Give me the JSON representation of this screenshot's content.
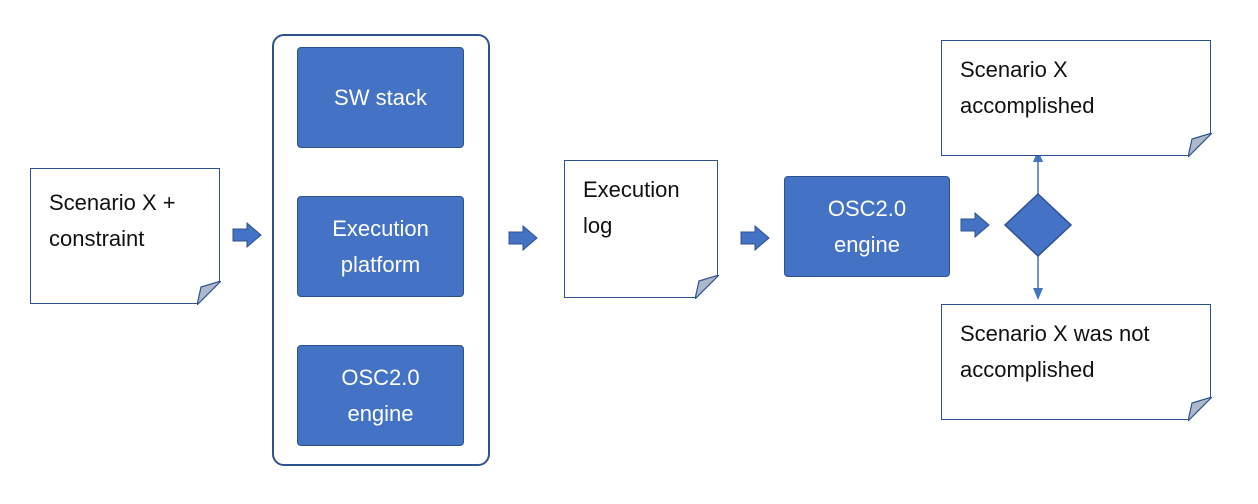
{
  "nodes": {
    "input": "Scenario X +\nconstraint",
    "sw_stack": "SW stack",
    "execution_platform": "Execution\nplatform",
    "osc_engine_inner": "OSC2.0\nengine",
    "execution_log": "Execution\nlog",
    "osc_engine": "OSC2.0\nengine",
    "accomplished": "Scenario X\naccomplished",
    "not_accomplished": "Scenario X was not\naccomplished"
  },
  "colors": {
    "process_fill": "#4472c4",
    "process_border": "#2f528f",
    "text": "#111111",
    "fold": "#adb9ca"
  }
}
